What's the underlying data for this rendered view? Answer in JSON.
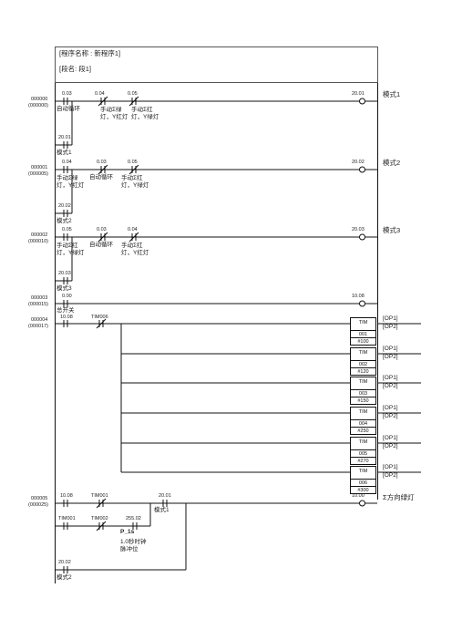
{
  "header": {
    "program_name": "[程序名称 : 新程序1]",
    "section_name": "[段名: 段1]"
  },
  "rungs": [
    {
      "num": "000000",
      "addr": "(000000)",
      "contacts": [
        {
          "addr": "0.03",
          "label": "自动循环",
          "type": "NO"
        },
        {
          "addr": "0.04",
          "label": "手动Σ绿灯，Y红灯",
          "type": "NC"
        },
        {
          "addr": "0.05",
          "label": "手动Σ红灯，Y绿灯",
          "type": "NC"
        }
      ],
      "branch": {
        "addr": "20.01",
        "label": "模式1"
      },
      "coil": {
        "addr": "20.01"
      },
      "comment": "模式1"
    },
    {
      "num": "000001",
      "addr": "(000005)",
      "contacts": [
        {
          "addr": "0.04",
          "label": "手动Σ绿灯，Y红灯",
          "type": "NO"
        },
        {
          "addr": "0.03",
          "label": "自动循环",
          "type": "NC"
        },
        {
          "addr": "0.05",
          "label": "手动Σ红灯，Y绿灯",
          "type": "NC"
        }
      ],
      "branch": {
        "addr": "20.02",
        "label": "模式2"
      },
      "coil": {
        "addr": "20.02"
      },
      "comment": "模式2"
    },
    {
      "num": "000002",
      "addr": "(000010)",
      "contacts": [
        {
          "addr": "0.05",
          "label": "手动Σ红灯，Y绿灯",
          "type": "NO"
        },
        {
          "addr": "0.03",
          "label": "自动循环",
          "type": "NC"
        },
        {
          "addr": "0.04",
          "label": "手动Σ红灯，Y红灯",
          "type": "NC"
        }
      ],
      "branch": {
        "addr": "20.03",
        "label": "模式3"
      },
      "coil": {
        "addr": "20.03"
      },
      "comment": "模式3"
    },
    {
      "num": "000003",
      "addr": "(000015)",
      "contacts": [
        {
          "addr": "0.00",
          "label": "总开关",
          "type": "NO"
        }
      ],
      "coil": {
        "addr": "10.08"
      }
    },
    {
      "num": "000004",
      "addr": "(000017)",
      "contacts": [
        {
          "addr": "10.08",
          "type": "NO"
        },
        {
          "addr": "TIM006",
          "type": "NC"
        }
      ],
      "timers": [
        {
          "name": "TIM",
          "num": "001",
          "set": "#100"
        },
        {
          "name": "TIM",
          "num": "002",
          "set": "#120"
        },
        {
          "name": "TIM",
          "num": "003",
          "set": "#150"
        },
        {
          "name": "TIM",
          "num": "004",
          "set": "#250"
        },
        {
          "name": "TIM",
          "num": "005",
          "set": "#270"
        },
        {
          "name": "TIM",
          "num": "006",
          "set": "#300"
        }
      ],
      "op1": "[OP1]",
      "op2": "[OP2]"
    },
    {
      "num": "000005",
      "addr": "(000025)",
      "contacts": [
        {
          "addr": "10.08",
          "type": "NO"
        },
        {
          "addr": "TIM001",
          "type": "NC"
        },
        {
          "addr": "20.01",
          "label": "模式1",
          "type": "NO"
        },
        {
          "addr": "TIM001",
          "type": "NO"
        },
        {
          "addr": "TIM002",
          "type": "NC"
        },
        {
          "addr": "255.02",
          "label": "1.0秒时钟脉冲位",
          "type": "NO"
        },
        {
          "addr": "20.02",
          "label": "模式2",
          "type": "NO"
        }
      ],
      "pulse_name": "P_1s",
      "coil": {
        "addr": "10.00"
      },
      "comment": "Σ方向绿灯"
    }
  ]
}
